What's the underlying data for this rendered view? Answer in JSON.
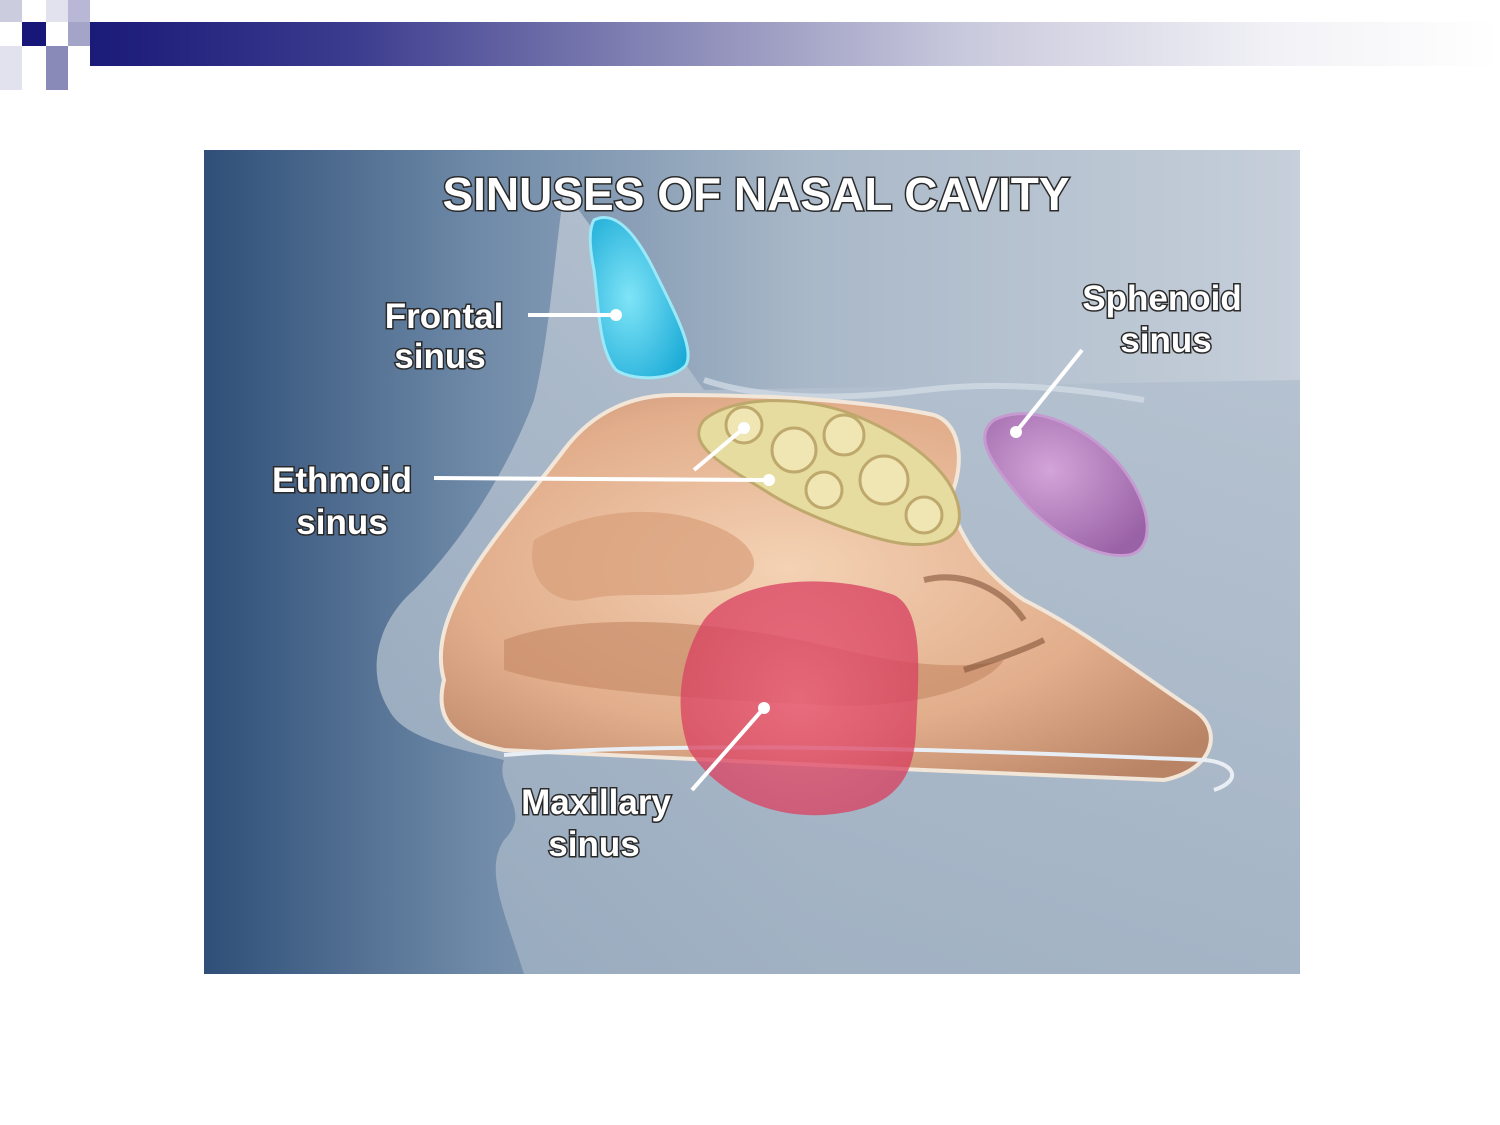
{
  "slide": {
    "title": "SINUSES OF NASAL CAVITY"
  },
  "labels": {
    "frontal": {
      "line1": "Frontal",
      "line2": "sinus"
    },
    "sphenoid": {
      "line1": "Sphenoid",
      "line2": "sinus"
    },
    "ethmoid": {
      "line1": "Ethmoid",
      "line2": "sinus"
    },
    "maxillary": {
      "line1": "Maxillary",
      "line2": "sinus"
    }
  },
  "colors": {
    "header_dark": "#17177a",
    "frontal": "#2fc3e8",
    "sphenoid": "#b07ab8",
    "ethmoid": "#e6dca0",
    "maxillary": "#dc4a64",
    "tissue": "#e8b896"
  }
}
